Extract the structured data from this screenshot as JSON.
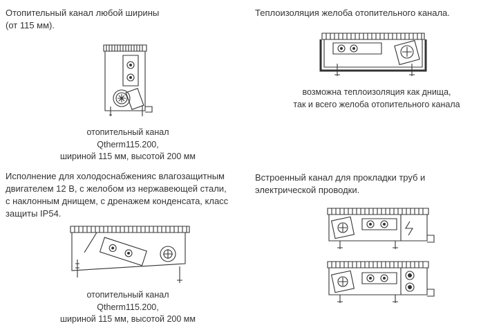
{
  "sections": [
    {
      "heading_lines": [
        "Отопительный канал любой ширины",
        "(от 115 мм)."
      ],
      "caption_lines": [
        "отопительный канал",
        "Qtherm115.200,",
        "шириной 115 мм, высотой 200 мм"
      ]
    },
    {
      "heading_lines": [
        "Теплоизоляция желоба отопительного канала."
      ],
      "caption_lines": [
        "возможна теплоизоляция как днища,",
        "так и всего желоба отопительного канала"
      ]
    },
    {
      "heading_lines": [
        "Исполнение для холодоснабженияс влагозащитным",
        "двигателем 12 В, с желобом из нержавеющей стали,",
        "с наклонным днищем, с дренажем конденсата, класс",
        "защиты IP54."
      ],
      "caption_lines": [
        "отопительный канал",
        "Qtherm115.200,",
        "шириной 115 мм, высотой 200 мм"
      ]
    },
    {
      "heading_lines": [
        "Встроенный канал для прокладки труб и",
        "электрической проводки."
      ],
      "caption_lines": []
    }
  ]
}
